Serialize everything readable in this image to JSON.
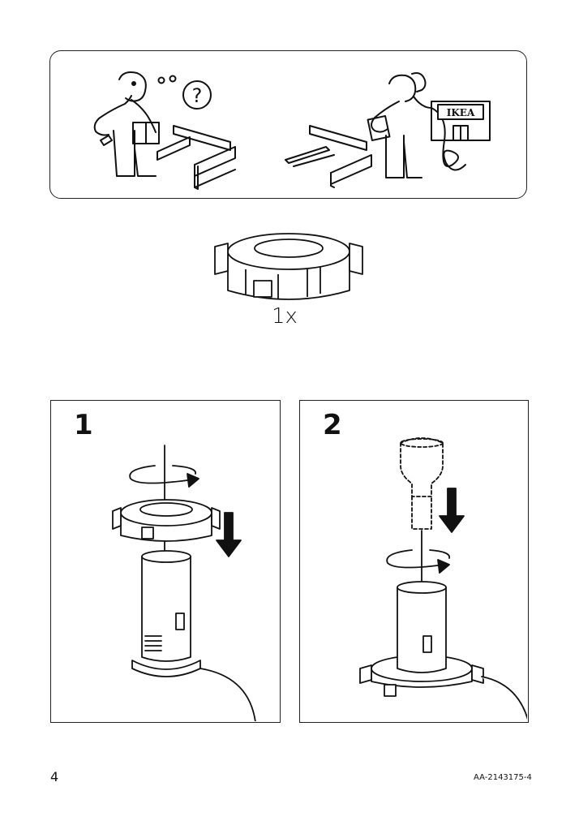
{
  "help_panel": {
    "question_mark": "?",
    "store_sign": "IKEA"
  },
  "parts": {
    "quantity": "1x"
  },
  "steps": [
    {
      "number": "1"
    },
    {
      "number": "2"
    }
  ],
  "footer": {
    "page_number": "4",
    "doc_code": "AA-2143175-4"
  }
}
